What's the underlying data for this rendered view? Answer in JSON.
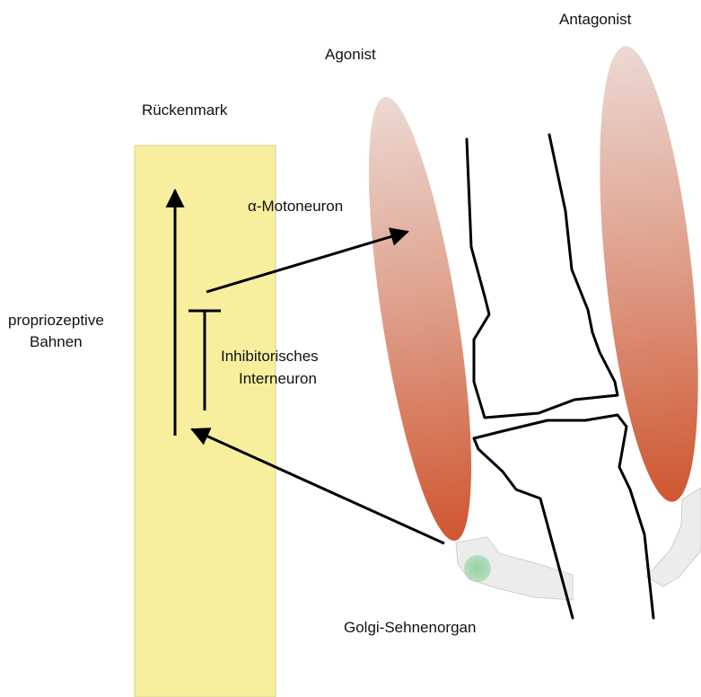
{
  "labels": {
    "spinal_cord": "Rückenmark",
    "agonist": "Agonist",
    "antagonist": "Antagonist",
    "motoneuron": "α-Motoneuron",
    "proprioceptive_line1": "propriozeptive",
    "proprioceptive_line2": "Bahnen",
    "interneuron_line1": "Inhibitorisches",
    "interneuron_line2": "Interneuron",
    "golgi": "Golgi-Sehnenorgan"
  },
  "colors": {
    "spinal_cord_fill": "#f7ef9e",
    "muscle_light": "#ecd9d3",
    "muscle_dark": "#d05a34",
    "tendon": "#ececec",
    "golgi_organ": "#8fd19e",
    "line": "#000000"
  }
}
